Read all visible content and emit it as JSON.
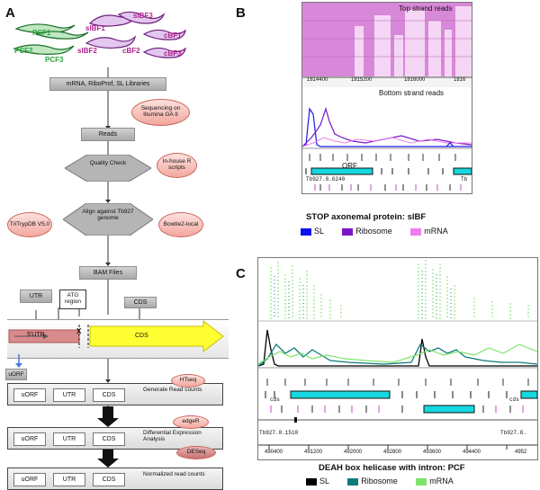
{
  "panels": {
    "a": "A",
    "b": "B",
    "c": "C"
  },
  "cells": {
    "pcf1": "PCF1",
    "pcf2": "PCF2",
    "pcf3": "PCF3",
    "slbf1": "slBF1",
    "slbf2": "slBF2",
    "slbf3": "slBF3",
    "cbf1": "cBF1",
    "cbf2": "cBF2",
    "cbf3": "cBF3"
  },
  "flow": {
    "libraries": "mRNA, RiboProf, SL Libraries",
    "sequencing": "Sequencing on Illumina GA II",
    "reads": "Reads",
    "quality": "Quality Check",
    "inhouse": "In-house R scripts",
    "tritryp": "TriTrypDB V5.0",
    "align": "Align against Tb927 genome",
    "bowtie": "Bowtie2-local",
    "bam": "BAM Files",
    "utr": "UTR",
    "atg": "ATG region",
    "cds": "CDS",
    "x_mark": "X",
    "utr5": "5'UTR",
    "cds_arrow": "CDS",
    "uorf": "uORF",
    "htseq": "HTseq",
    "generate": "Generate Read counts",
    "edger": "edgeR",
    "diffexp": "Differential Expression Analysis",
    "deseq": "DESeq",
    "normalized": "Normalized read counts",
    "row_uorf": "uORF",
    "row_utr": "UTR",
    "row_cds": "CDS"
  },
  "panel_b": {
    "top_strand": "Top strand reads",
    "bottom_strand": "Bottom strand reads",
    "ticks": [
      "1814400",
      "1815200",
      "1816000",
      "1816"
    ],
    "orf": "ORF",
    "gene_id": "Tb927.8.6240",
    "gene_id2": "Tb",
    "caption": "STOP axonemal protein: slBF",
    "legend": [
      {
        "label": "SL",
        "color": "#1010ee"
      },
      {
        "label": "Ribosome",
        "color": "#7a16c7"
      },
      {
        "label": "mRNA",
        "color": "#f07cf0"
      }
    ]
  },
  "panel_c": {
    "gene_id": "Tb927.8.1510",
    "gene_id2": "Tb927.8.",
    "cds1": "cds",
    "cds2": "cds",
    "ticks": [
      "490400",
      "491200",
      "492000",
      "492800",
      "493600",
      "494400",
      "4952"
    ],
    "caption": "DEAH box helicase with intron: PCF",
    "legend": [
      {
        "label": "SL",
        "color": "#000000"
      },
      {
        "label": "Ribosome",
        "color": "#0f7b7b"
      },
      {
        "label": "mRNA",
        "color": "#7fe36a"
      }
    ]
  }
}
